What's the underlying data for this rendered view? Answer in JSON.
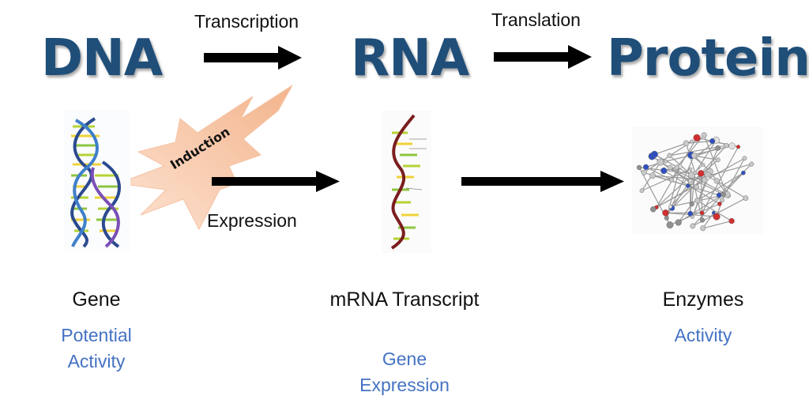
{
  "headings": {
    "dna": "DNA",
    "rna": "RNA",
    "protein": "Protein"
  },
  "processes": {
    "transcription": "Transcription",
    "translation": "Translation",
    "induction": "Induction",
    "expression": "Expression"
  },
  "captions": {
    "gene": "Gene",
    "mrna": "mRNA Transcript",
    "enzymes": "Enzymes"
  },
  "subcaptions": {
    "gene": [
      "Potential",
      "Activity"
    ],
    "mrna": [
      "Gene",
      "Expression"
    ],
    "enzymes": [
      "Activity"
    ]
  },
  "colors": {
    "heading": "#1f4e79",
    "subcaption": "#4472c4",
    "burst": "#f9cbb0",
    "arrow": "#000000"
  }
}
